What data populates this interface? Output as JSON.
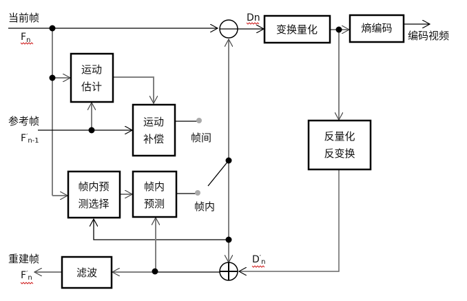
{
  "diagram": {
    "title": "H.264 encoder block diagram",
    "inputs": {
      "current_frame": {
        "label": "当前帧",
        "symbol": "F",
        "subscript": "n"
      },
      "reference_frame": {
        "label": "参考帧",
        "symbol": "F",
        "prime": "′",
        "subscript": "n-1"
      },
      "reconstructed_frame": {
        "label": "重建帧",
        "symbol": "F",
        "prime": "′",
        "subscript": "n"
      }
    },
    "blocks": {
      "motion_estimation": {
        "line1": "运动",
        "line2": "估计"
      },
      "motion_compensation": {
        "line1": "运动",
        "line2": "补偿"
      },
      "intra_pred_select": {
        "line1": "帧内预",
        "line2": "测选择"
      },
      "intra_pred": {
        "line1": "帧内",
        "line2": "预测"
      },
      "transform_quant": {
        "line1": "变换量化"
      },
      "entropy_coding": {
        "line1": "熵编码"
      },
      "inverse": {
        "line1": "反量化",
        "line2": "反变换"
      },
      "filter": {
        "line1": "滤波"
      }
    },
    "signals": {
      "dn": {
        "symbol": "Dn"
      },
      "dn_prime": {
        "symbol": "D",
        "prime": "′",
        "subscript": "n"
      },
      "output": "编码视频",
      "inter": "帧间",
      "intra": "帧内"
    }
  }
}
